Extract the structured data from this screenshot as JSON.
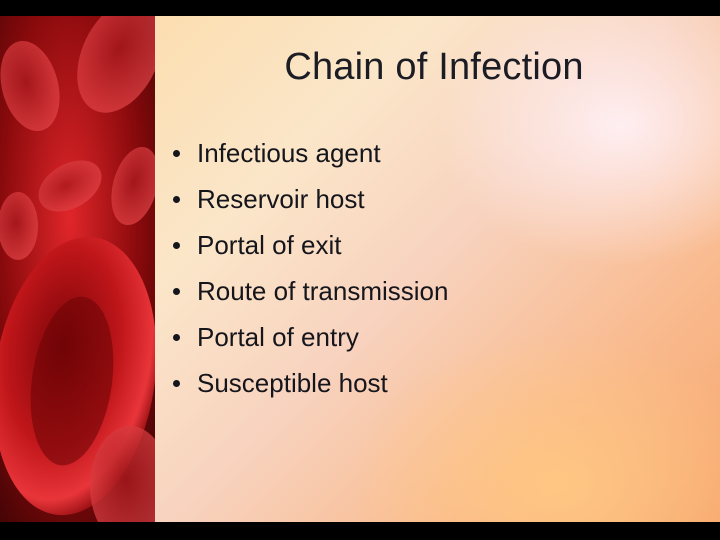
{
  "slide": {
    "title": "Chain of Infection",
    "bullets": [
      "Infectious agent",
      "Reservoir host",
      "Portal of exit",
      "Route of transmission",
      "Portal of entry",
      "Susceptible host"
    ]
  },
  "colors": {
    "background_letterbox": "#000000",
    "blood_red": "#b40a10",
    "text": "#15151c"
  },
  "image": {
    "icon": "red-blood-cells-image"
  }
}
